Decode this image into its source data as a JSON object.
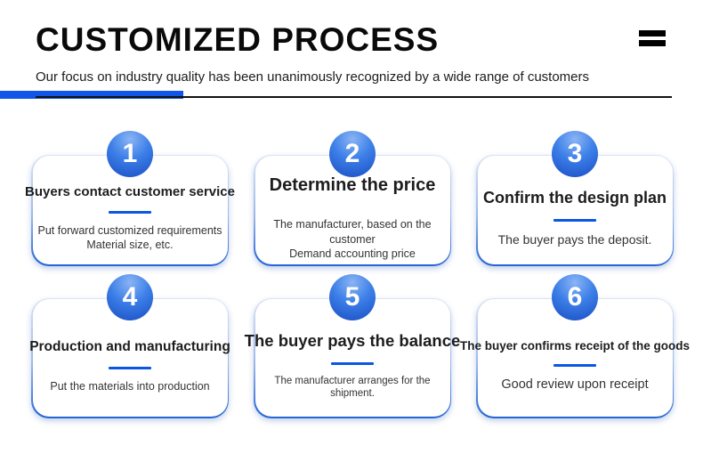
{
  "header": {
    "title": "CUSTOMIZED PROCESS",
    "subtitle": "Our focus on industry quality has been unanimously recognized by a wide range of customers"
  },
  "colors": {
    "accent_blue": "#1355e9",
    "divider_blue": "#0a57e2",
    "badge_gradient_top": "#8ab4f4",
    "badge_gradient_bottom": "#1a4cc2",
    "card_border_bottom": "#2263d4",
    "text_dark": "#1d1d1f"
  },
  "icons": {
    "menu": "hamburger-icon"
  },
  "steps": [
    {
      "number": "1",
      "title": "Buyers contact customer service",
      "desc": [
        "Put forward customized requirements",
        "Material size, etc."
      ]
    },
    {
      "number": "2",
      "title": "Determine the price",
      "desc": [
        "The manufacturer, based on the customer",
        "Demand accounting price"
      ]
    },
    {
      "number": "3",
      "title": "Confirm the design plan",
      "desc": [
        "The buyer pays the deposit."
      ]
    },
    {
      "number": "4",
      "title": "Production and manufacturing",
      "desc": [
        "Put the materials into production"
      ]
    },
    {
      "number": "5",
      "title": "The buyer pays the balance",
      "desc": [
        "The manufacturer arranges for the shipment."
      ]
    },
    {
      "number": "6",
      "title": "The buyer confirms receipt of the goods",
      "desc": [
        "Good review upon receipt"
      ]
    }
  ]
}
